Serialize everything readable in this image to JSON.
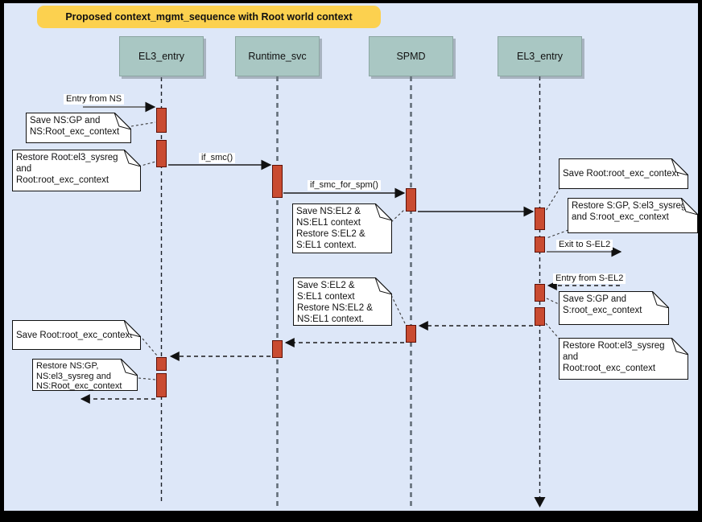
{
  "title": "Proposed context_mgmt_sequence with Root world context",
  "lifelines": [
    {
      "label": "EL3_entry"
    },
    {
      "label": "Runtime_svc"
    },
    {
      "label": "SPMD"
    },
    {
      "label": "EL3_entry"
    }
  ],
  "messages": {
    "entry_from_ns": "Entry from NS",
    "if_smc": "if_smc()",
    "if_smc_for_spm": "if_smc_for_spm()",
    "exit_to_sel2": "Exit to S-EL2",
    "entry_from_sel2": "Entry from S-EL2"
  },
  "notes": [
    {
      "text": "Save NS:GP and\nNS:Root_exc_context"
    },
    {
      "text": "Restore Root:el3_sysreg\nand\nRoot:root_exc_context"
    },
    {
      "text": "Save NS:EL2 &\nNS:EL1 context\nRestore S:EL2 &\nS:EL1 context."
    },
    {
      "text": "Save Root:root_exc_context"
    },
    {
      "text": "Restore S:GP, S:el3_sysreg\nand S:root_exc_context"
    },
    {
      "text": "Save S:GP and\nS:root_exc_context"
    },
    {
      "text": "Restore Root:el3_sysreg\nand\nRoot:root_exc_context"
    },
    {
      "text": "Save S:EL2 &\nS:EL1 context\nRestore NS:EL2 &\nNS:EL1 context."
    },
    {
      "text": "Save Root:root_exc_context"
    },
    {
      "text": "Restore NS:GP,\nNS:el3_sysreg and\nNS:Root_exc_context"
    }
  ],
  "colors": {
    "canvas_bg": "#dde7f8",
    "frame": "#000000",
    "title_bg": "#fcd14f",
    "lifeline_head_bg": "#a9c7c3",
    "activation_bar": "#c94b31",
    "activation_border": "#5e1007",
    "note_bg": "#ffffff",
    "line": "#111111"
  }
}
